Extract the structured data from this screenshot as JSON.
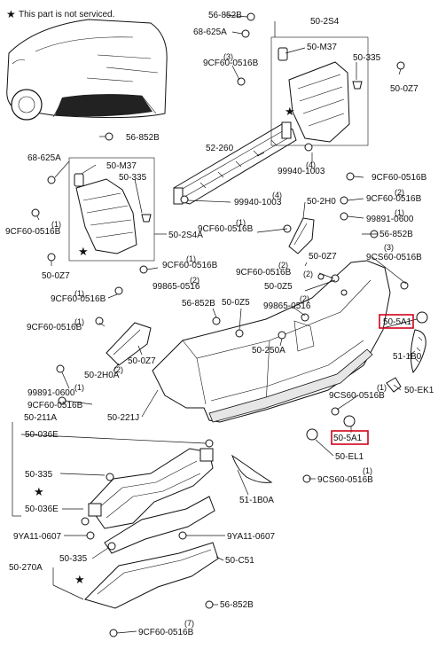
{
  "note": {
    "star": "★",
    "text": "This part is not serviced."
  },
  "labels": [
    {
      "id": "56-852B-top",
      "text": "56-852B"
    },
    {
      "id": "50-2S4",
      "text": "50-2S4"
    },
    {
      "id": "68-625A-top",
      "text": "68-625A"
    },
    {
      "id": "50-M37-top",
      "text": "50-M37"
    },
    {
      "id": "9CF60-0516B-a",
      "text": "9CF60-0516B"
    },
    {
      "id": "50-335-top",
      "text": "50-335"
    },
    {
      "id": "50-0Z7-top",
      "text": "50-0Z7"
    },
    {
      "id": "56-852B-mid",
      "text": "56-852B"
    },
    {
      "id": "52-260",
      "text": "52-260"
    },
    {
      "id": "99940-1003-a",
      "text": "99940-1003"
    },
    {
      "id": "68-625A-left",
      "text": "68-625A"
    },
    {
      "id": "50-M37-left",
      "text": "50-M37"
    },
    {
      "id": "50-335-left",
      "text": "50-335"
    },
    {
      "id": "9CF60-0516B-b",
      "text": "9CF60-0516B"
    },
    {
      "id": "9CF60-0516B-c",
      "text": "9CF60-0516B"
    },
    {
      "id": "99940-1003-b",
      "text": "99940-1003"
    },
    {
      "id": "50-2H0",
      "text": "50-2H0"
    },
    {
      "id": "99891-0600-a",
      "text": "99891-0600"
    },
    {
      "id": "9CF60-0516B-d",
      "text": "9CF60-0516B"
    },
    {
      "id": "9CF60-0516B-e",
      "text": "9CF60-0516B"
    },
    {
      "id": "50-2S4A",
      "text": "50-2S4A"
    },
    {
      "id": "56-852B-right",
      "text": "56-852B"
    },
    {
      "id": "9CS60-0516B-a",
      "text": "9CS60-0516B"
    },
    {
      "id": "50-0Z7-left",
      "text": "50-0Z7"
    },
    {
      "id": "9CF60-0516B-f",
      "text": "9CF60-0516B"
    },
    {
      "id": "9CF60-0516B-g",
      "text": "9CF60-0516B"
    },
    {
      "id": "50-0Z7-mid",
      "text": "50-0Z7"
    },
    {
      "id": "9CF60-0516B-h",
      "text": "9CF60-0516B"
    },
    {
      "id": "99865-0516-a",
      "text": "99865-0516"
    },
    {
      "id": "50-0Z5-a",
      "text": "50-0Z5"
    },
    {
      "id": "56-852B-c",
      "text": "56-852B"
    },
    {
      "id": "50-0Z5-b",
      "text": "50-0Z5"
    },
    {
      "id": "99865-0516-b",
      "text": "99865-0516"
    },
    {
      "id": "9CF60-0516B-i",
      "text": "9CF60-0516B"
    },
    {
      "id": "50-5A1-a",
      "text": "50-5A1"
    },
    {
      "id": "50-0Z7-c",
      "text": "50-0Z7"
    },
    {
      "id": "50-250A",
      "text": "50-250A"
    },
    {
      "id": "51-1B0",
      "text": "51-1B0"
    },
    {
      "id": "50-2H0A",
      "text": "50-2H0A"
    },
    {
      "id": "99891-0600-b",
      "text": "99891-0600"
    },
    {
      "id": "9CF60-0516B-j",
      "text": "9CF60-0516B"
    },
    {
      "id": "9CS60-0516B-b",
      "text": "9CS60-0516B"
    },
    {
      "id": "50-EK1",
      "text": "50-EK1"
    },
    {
      "id": "50-221J",
      "text": "50-221J"
    },
    {
      "id": "50-211A",
      "text": "50-211A"
    },
    {
      "id": "50-036E-a",
      "text": "50-036E"
    },
    {
      "id": "50-5A1-b",
      "text": "50-5A1"
    },
    {
      "id": "50-EL1",
      "text": "50-EL1"
    },
    {
      "id": "50-335-c",
      "text": "50-335"
    },
    {
      "id": "9CS60-0516B-c",
      "text": "9CS60-0516B"
    },
    {
      "id": "50-036E-b",
      "text": "50-036E"
    },
    {
      "id": "51-1B0A",
      "text": "51-1B0A"
    },
    {
      "id": "9YA11-0607-a",
      "text": "9YA11-0607"
    },
    {
      "id": "9YA11-0607-b",
      "text": "9YA11-0607"
    },
    {
      "id": "50-335-d",
      "text": "50-335"
    },
    {
      "id": "50-C51",
      "text": "50-C51"
    },
    {
      "id": "50-270A",
      "text": "50-270A"
    },
    {
      "id": "56-852B-bottom",
      "text": "56-852B"
    },
    {
      "id": "9CF60-0516B-k",
      "text": "9CF60-0516B"
    }
  ],
  "quantities": [
    {
      "id": "q-2S4-a",
      "text": "(3)"
    },
    {
      "id": "q-99940-a",
      "text": "(4)"
    },
    {
      "id": "q-2S4A-a",
      "text": "(1)"
    },
    {
      "id": "q-99940-b",
      "text": "(4)"
    },
    {
      "id": "q-2H0-a",
      "text": "(1)"
    },
    {
      "id": "q-2H0-b",
      "text": "(2)"
    },
    {
      "id": "q-852-c",
      "text": "(3)"
    },
    {
      "id": "q-0Z7-mid",
      "text": "(1)"
    },
    {
      "id": "q-0516-h",
      "text": "(1)"
    },
    {
      "id": "q-99865-a",
      "text": "(2)"
    },
    {
      "id": "q-0Z5-a",
      "text": "(2)"
    },
    {
      "id": "q-0516-g",
      "text": "(2)"
    },
    {
      "id": "q-0516-i",
      "text": "(1)"
    },
    {
      "id": "q-99865-b",
      "text": "(2)"
    },
    {
      "id": "q-2H0A-a",
      "text": "(1)"
    },
    {
      "id": "q-2H0A-b",
      "text": "(2)"
    },
    {
      "id": "q-0516-j",
      "text": "(1)"
    },
    {
      "id": "q-EK1",
      "text": "(1)"
    },
    {
      "id": "q-EL1",
      "text": "(1)"
    },
    {
      "id": "q-9CS-c",
      "text": "(7)"
    }
  ]
}
